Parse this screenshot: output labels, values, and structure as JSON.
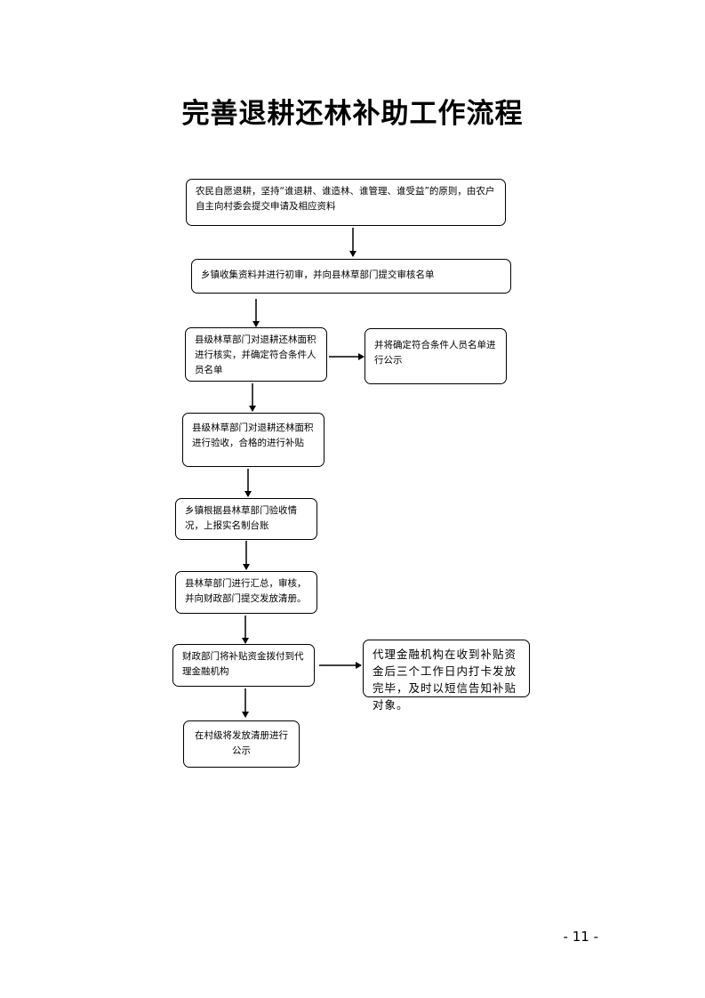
{
  "title": "完善退耕还林补助工作流程",
  "steps": {
    "s1": "农民自愿退耕，坚持“谁退耕、谁造林、谁管理、谁受益”的原则，由农户自主向村委会提交申请及相应资料",
    "s2": "乡镇收集资料并进行初审，并向县林草部门提交审核名单",
    "s3": "县级林草部门对退耕还林面积进行核实，并确定符合条件人员名单",
    "s3_side": "并将确定符合条件人员名单进行公示",
    "s4": "县级林草部门对退耕还林面积进行验收，合格的进行补贴",
    "s5": "乡镇根据县林草部门验收情况，上报实名制台账",
    "s6": "县林草部门进行汇总，审核，并向财政部门提交发放清册。",
    "s7": "财政部门将补贴资金拨付到代理金融机构",
    "s7_side": "代理金融机构在收到补贴资金后三个工作日内打卡发放完毕，及时以短信告知补贴对象。",
    "s8": "在村级将发放清册进行公示"
  },
  "page_number": "- 11 -"
}
